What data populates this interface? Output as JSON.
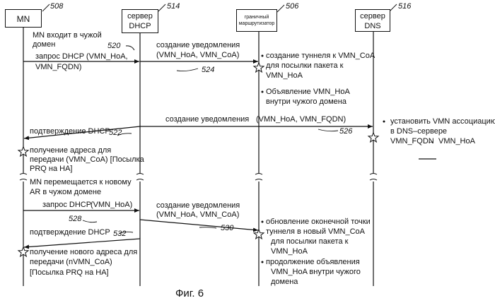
{
  "entities": {
    "mn": {
      "label": "MN",
      "ref": "508"
    },
    "dhcp": {
      "line1": "сервер",
      "line2": "DHCP",
      "ref": "514"
    },
    "router": {
      "line1": "граничный",
      "line2": "маршрутизатор",
      "ref": "506"
    },
    "dns": {
      "line1": "сервер",
      "line2": "DNS",
      "ref": "516"
    }
  },
  "texts": {
    "mn_enters_1": "MN входит в чужой",
    "mn_enters_2": "домен",
    "ref_520": "520",
    "dhcp_request1_1": "запрос DHCP (VMN_HoA,",
    "dhcp_request1_2": "VMN_FQDN)",
    "notif1_1": "создание уведомления",
    "notif1_2": "(VMN_HoA, VMN_CoA)",
    "ref_524": "524",
    "tunnel_1": "создание туннеля к VMN_CoA",
    "tunnel_2": "для посылки пакета к",
    "tunnel_3": "VMN_HoA",
    "announce_1": "Объявление VMN_HoA",
    "announce_2": "внутри чужого домена",
    "notif2_a": "создание уведомления",
    "notif2_b": "(VMN_HoA, VMN_FQDN)",
    "ref_526": "526",
    "dns_assoc_1": "установить VMN ассоциацию",
    "dns_assoc_2": "в DNS–сервере",
    "dns_fqdn": "VMN_FQDN",
    "dns_arrow": "↔",
    "dns_hoa": "VMN_HoA",
    "confirm1": "подтверждение DHCP",
    "ref_522": "522",
    "get_addr_1": "получение адреса для",
    "get_addr_2": "передачи (VMN_CoA) [Посылка",
    "get_addr_3": "PRQ на HA]",
    "mn_moves_1": "MN перемещается к новому",
    "mn_moves_2": "AR в чужом домене",
    "dhcp_request2_a": "запрос DHCP",
    "dhcp_request2_b": "(VMN_HoA)",
    "ref_528": "528",
    "notif3_1": "создание уведомления",
    "notif3_2": "(VMN_HoA, VMN_CoA)",
    "ref_530": "530",
    "confirm2": "подтверждение DHCP",
    "ref_532": "532",
    "update_1": "обновление оконечной точки",
    "update_2": "туннеля в новый VMN_CoA",
    "update_3": "для посылки пакета к",
    "update_4": "VMN_HoA",
    "continue_1": "продолжение объявления",
    "continue_2": "VMN_HoA внутри чужого",
    "continue_3": "домена",
    "new_addr_1": "получение нового адреса для",
    "new_addr_2": "передачи (nVMN_CoA)",
    "new_addr_3": "[Посылка PRQ на HA]",
    "figure": "Фиг. 6"
  }
}
